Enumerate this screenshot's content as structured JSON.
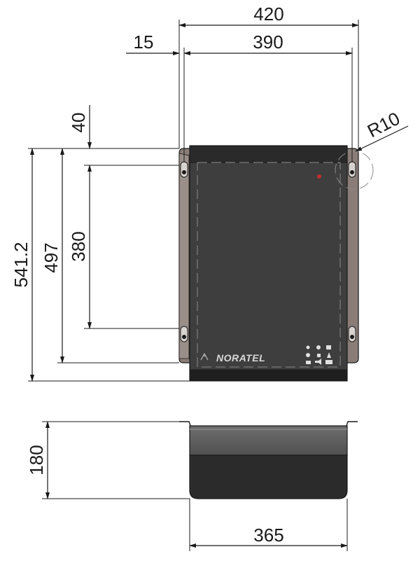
{
  "drawing": {
    "dimensions": {
      "overall_width": "420",
      "bracket_offset": "15",
      "hole_spacing_width": "390",
      "top_offset": "40",
      "total_height": "541.2",
      "body_height": "497",
      "hole_spacing_height": "380",
      "corner_radius": "R10",
      "depth": "180",
      "bottom_width": "365"
    },
    "brand_label": "NORATEL",
    "colors": {
      "body": "#3e3e3e",
      "bracket": "#8a7d78",
      "lid": "#1f1f1f",
      "led": "#c0302a"
    }
  }
}
